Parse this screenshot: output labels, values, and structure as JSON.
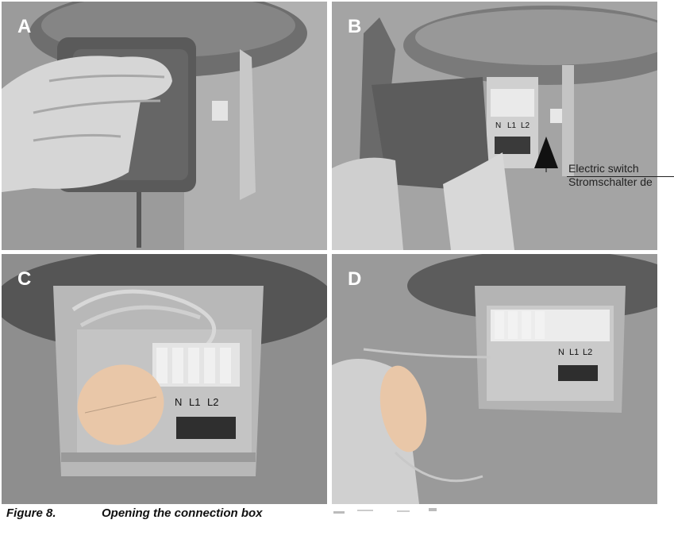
{
  "panels": [
    {
      "letter": "A"
    },
    {
      "letter": "B"
    },
    {
      "letter": "C"
    },
    {
      "letter": "D"
    }
  ],
  "terminal_labels": {
    "n": "N",
    "l1": "L1",
    "l2": "L2"
  },
  "callout": {
    "line1": "Electric switch",
    "line2": "Stromschalter de"
  },
  "caption": {
    "number": "Figure 8.",
    "text": "Opening the connection box"
  }
}
